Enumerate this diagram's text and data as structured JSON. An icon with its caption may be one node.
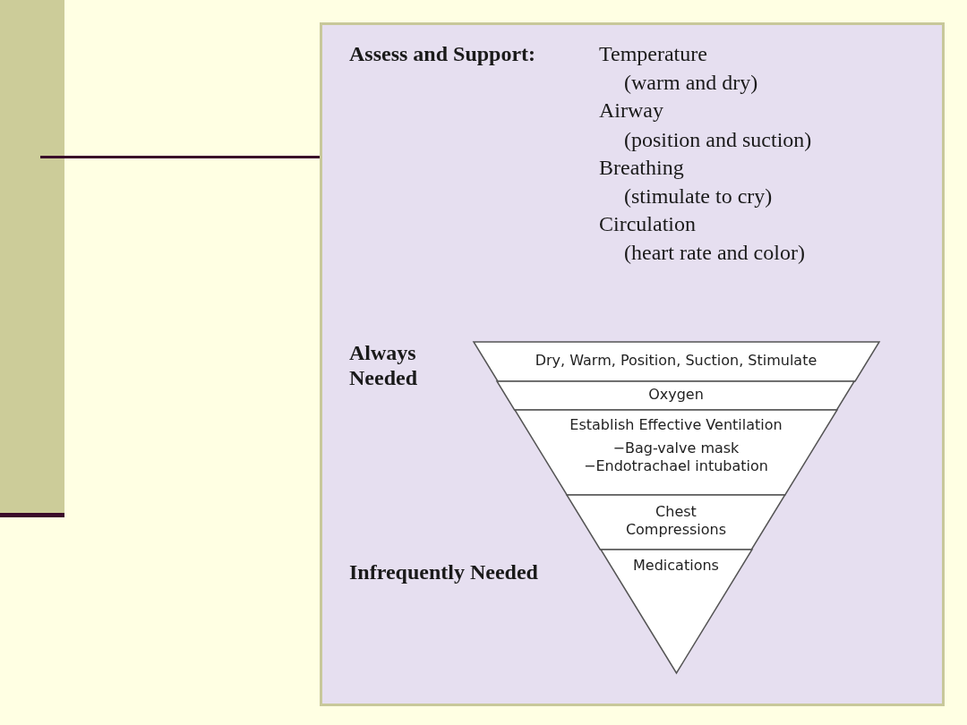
{
  "diagram": {
    "nodes": [
      {
        "text": [
          "Dry, Warm, Position, Suction, Stimulate"
        ]
      },
      {
        "text": [
          "Oxygen"
        ]
      },
      {
        "text": [
          "Establish Effective Ventilation",
          "−Bag-valve mask −Endotrachael intubation"
        ]
      },
      {
        "text": [
          "Chest Compressions"
        ]
      },
      {
        "text": [
          "Medications"
        ]
      }
    ],
    "labels": [
      "Assess and Support:",
      "Temperature",
      "(warm and dry)",
      "Airway",
      "(position and suction)",
      "Breathing",
      "(stimulate to cry)",
      "Circulation",
      "(heart rate and color)",
      "Always Needed",
      "Infrequently Needed"
    ]
  }
}
